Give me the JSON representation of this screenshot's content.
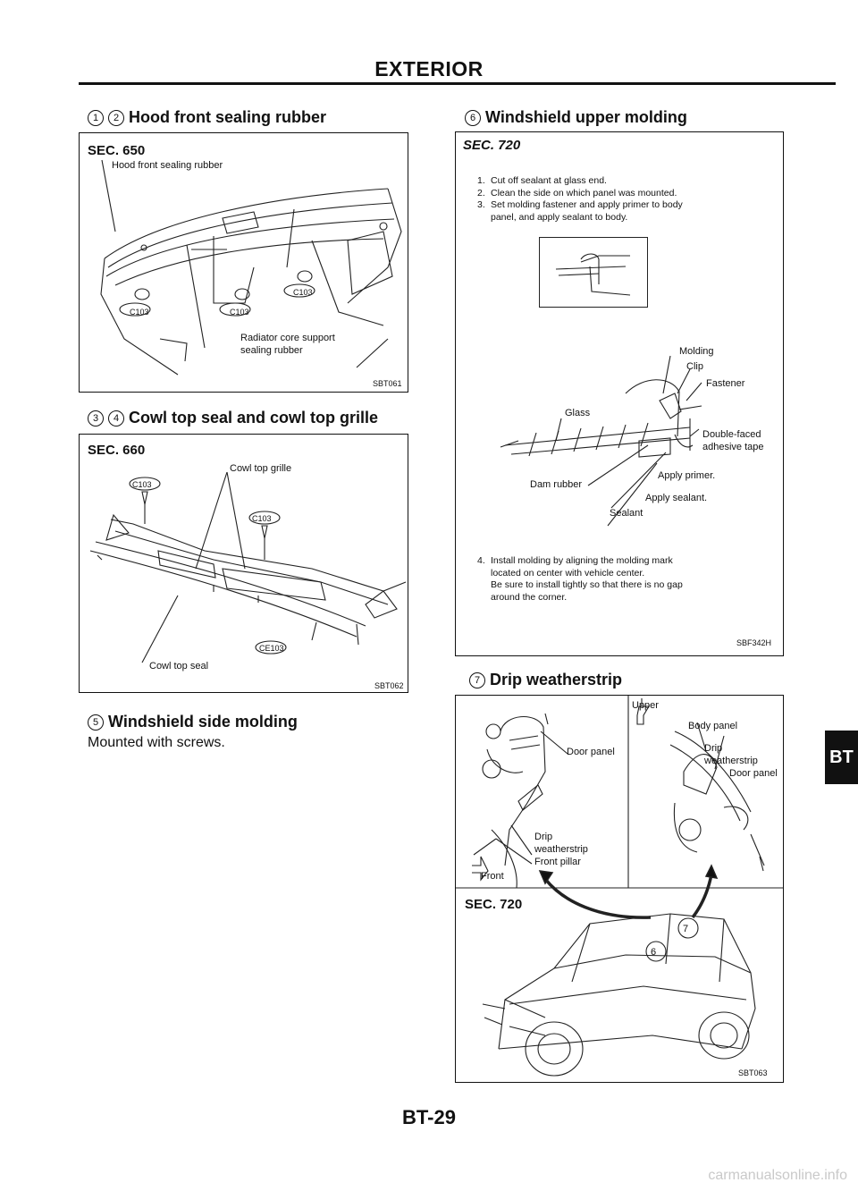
{
  "page": {
    "title": "EXTERIOR",
    "page_number": "BT-29",
    "side_tab": "BT",
    "watermark": "carmanualsonline.info"
  },
  "hood": {
    "numbers": [
      "1",
      "2"
    ],
    "heading": "Hood front sealing rubber",
    "sec": "SEC. 650",
    "label_seal": "Hood front sealing rubber",
    "label_radiator_1": "Radiator core support",
    "label_radiator_2": "sealing rubber",
    "clip_code": "C103",
    "fig_code": "SBT061"
  },
  "cowl": {
    "numbers": [
      "3",
      "4"
    ],
    "heading": "Cowl top seal and cowl top grille",
    "sec": "SEC. 660",
    "label_grille": "Cowl top grille",
    "label_seal": "Cowl top seal",
    "clip_code": "C103",
    "clip_code_2": "CE103",
    "fig_code": "SBT062"
  },
  "side_molding": {
    "number": "5",
    "heading": "Windshield side molding",
    "text": "Mounted with screws."
  },
  "upper_molding": {
    "number": "6",
    "heading": "Windshield upper molding",
    "sec": "SEC. 720",
    "steps": [
      {
        "n": "1.",
        "lines": [
          "Cut off sealant at glass end."
        ]
      },
      {
        "n": "2.",
        "lines": [
          "Clean the side on which panel was mounted."
        ]
      },
      {
        "n": "3.",
        "lines": [
          "Set molding fastener and apply primer to body",
          "panel, and apply sealant to body."
        ]
      }
    ],
    "labels": {
      "molding": "Molding",
      "clip": "Clip",
      "fastener": "Fastener",
      "glass": "Glass",
      "tape_1": "Double-faced",
      "tape_2": "adhesive tape",
      "dam": "Dam rubber",
      "primer": "Apply primer.",
      "sealant_apply": "Apply sealant.",
      "sealant": "Sealant"
    },
    "step4": {
      "n": "4.",
      "lines": [
        "Install molding by aligning the molding mark",
        "located on center with vehicle center.",
        "Be sure to install tightly so that there is no gap",
        "around the corner."
      ]
    },
    "fig_code": "SBF342H"
  },
  "drip": {
    "number": "7",
    "heading": "Drip weatherstrip",
    "labels": {
      "door_panel": "Door panel",
      "drip_1": "Drip",
      "drip_2": "weatherstrip",
      "front_pillar": "Front pillar",
      "front": "Front",
      "upper": "Upper",
      "body_panel": "Body panel",
      "drip_r1": "Drip",
      "drip_r2": "weatherstrip",
      "door_panel_r": "Door panel"
    },
    "sec": "SEC. 720",
    "car_numbers": [
      "6",
      "7"
    ],
    "fig_code": "SBT063"
  }
}
